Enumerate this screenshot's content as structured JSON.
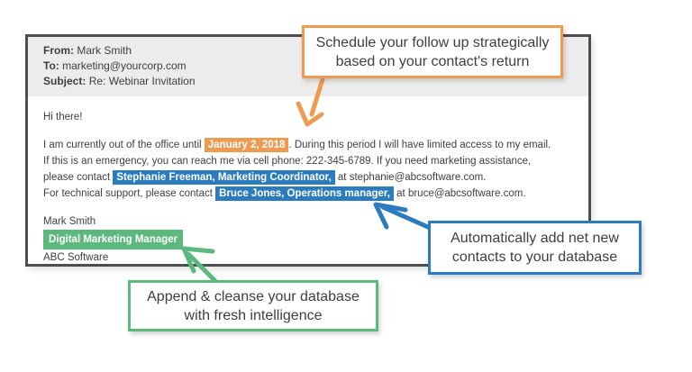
{
  "email": {
    "header": {
      "from_label": "From:",
      "from_value": "Mark Smith",
      "to_label": "To:",
      "to_value": "marketing@yourcorp.com",
      "subject_label": "Subject:",
      "subject_value": "Re: Webinar Invitation"
    },
    "body": {
      "greeting": "Hi there!",
      "line1_pre": "I am currently out of the office until ",
      "line1_highlight": "January 2, 2018",
      "line1_post": ". During this period I will have limited access to my email.",
      "line2": "If this is an emergency, you can reach me via cell phone: 222-345-6789. If you need marketing assistance,",
      "line3_pre": "please contact ",
      "line3_highlight": "Stephanie Freeman, Marketing Coordinator,",
      "line3_post": " at stephanie@abcsoftware.com.",
      "line4_pre": "For technical support, please contact ",
      "line4_highlight": "Bruce Jones, Operations manager,",
      "line4_post": " at bruce@abcsoftware.com."
    },
    "signature": {
      "name": "Mark Smith",
      "title_highlight": "Digital Marketing Manager",
      "company": "ABC Software"
    }
  },
  "callouts": {
    "orange": {
      "line1": "Schedule your follow up strategically",
      "line2": "based on your contact's return",
      "color": "#ee9b52"
    },
    "blue": {
      "line1": "Automatically add net new",
      "line2": "contacts to your database",
      "color": "#2b7bbd"
    },
    "green": {
      "line1": "Append & cleanse your database",
      "line2": "with fresh intelligence",
      "color": "#5db87d"
    }
  },
  "colors": {
    "frame_border": "#4e4e4e",
    "header_background": "#ececec",
    "text": "#3e3e3e",
    "highlight_text": "#ffffff"
  }
}
